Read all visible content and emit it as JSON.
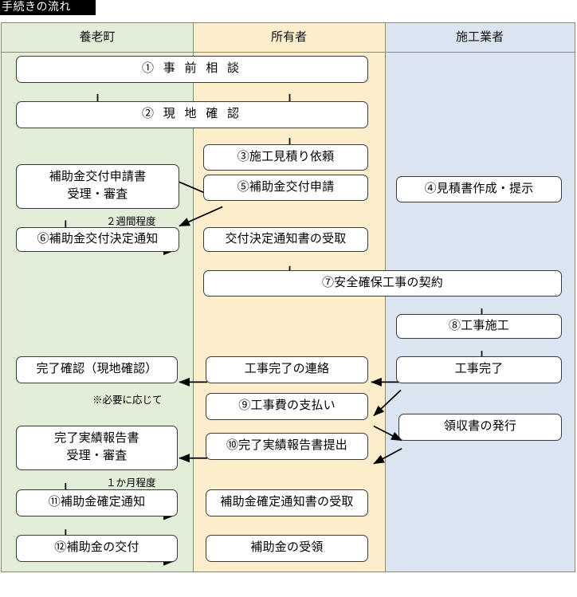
{
  "title": "手続きの流れ",
  "lanes": [
    {
      "id": "town",
      "label": "養老町",
      "color": "#e2eed8"
    },
    {
      "id": "owner",
      "label": "所有者",
      "color": "#fdeecb"
    },
    {
      "id": "contractor",
      "label": "施工業者",
      "color": "#dbe5f1"
    }
  ],
  "nodes": [
    {
      "id": "n1",
      "lane": "town-owner",
      "label": "① 事 前 相 談"
    },
    {
      "id": "n2",
      "lane": "town-owner",
      "label": "② 現 地 確 認"
    },
    {
      "id": "n3",
      "lane": "owner",
      "label": "③施工見積り依頼"
    },
    {
      "id": "n4",
      "lane": "contractor",
      "label": "④見積書作成・提示"
    },
    {
      "id": "n5",
      "lane": "owner",
      "label": "⑤補助金交付申請"
    },
    {
      "id": "n6",
      "lane": "town",
      "label_line1": "補助金交付申請書",
      "label_line2": "受理・審査"
    },
    {
      "id": "n7",
      "lane": "town",
      "label": "⑥補助金交付決定通知"
    },
    {
      "id": "n8",
      "lane": "owner",
      "label": "交付決定通知書の受取"
    },
    {
      "id": "n9",
      "lane": "owner-contractor",
      "label": "⑦安全確保工事の契約"
    },
    {
      "id": "n10",
      "lane": "contractor",
      "label": "⑧工事施工"
    },
    {
      "id": "n11",
      "lane": "contractor",
      "label": "工事完了"
    },
    {
      "id": "n12",
      "lane": "owner",
      "label": "工事完了の連絡"
    },
    {
      "id": "n13",
      "lane": "town",
      "label": "完了確認（現地確認）"
    },
    {
      "id": "n14",
      "lane": "owner",
      "label": "⑨工事費の支払い"
    },
    {
      "id": "n15",
      "lane": "contractor",
      "label": "領収書の発行"
    },
    {
      "id": "n16",
      "lane": "owner",
      "label": "⑩完了実績報告書提出"
    },
    {
      "id": "n17",
      "lane": "town",
      "label_line1": "完了実績報告書",
      "label_line2": "受理・審査"
    },
    {
      "id": "n18",
      "lane": "town",
      "label": "⑪補助金確定通知"
    },
    {
      "id": "n19",
      "lane": "owner",
      "label": "補助金確定通知書の受取"
    },
    {
      "id": "n20",
      "lane": "town",
      "label": "⑫補助金の交付"
    },
    {
      "id": "n21",
      "lane": "owner",
      "label": "補助金の受領"
    }
  ],
  "notes": [
    {
      "id": "note1",
      "text": "２週間程度"
    },
    {
      "id": "note2",
      "text": "※必要に応じて"
    },
    {
      "id": "note3",
      "text": "１か月程度"
    }
  ]
}
